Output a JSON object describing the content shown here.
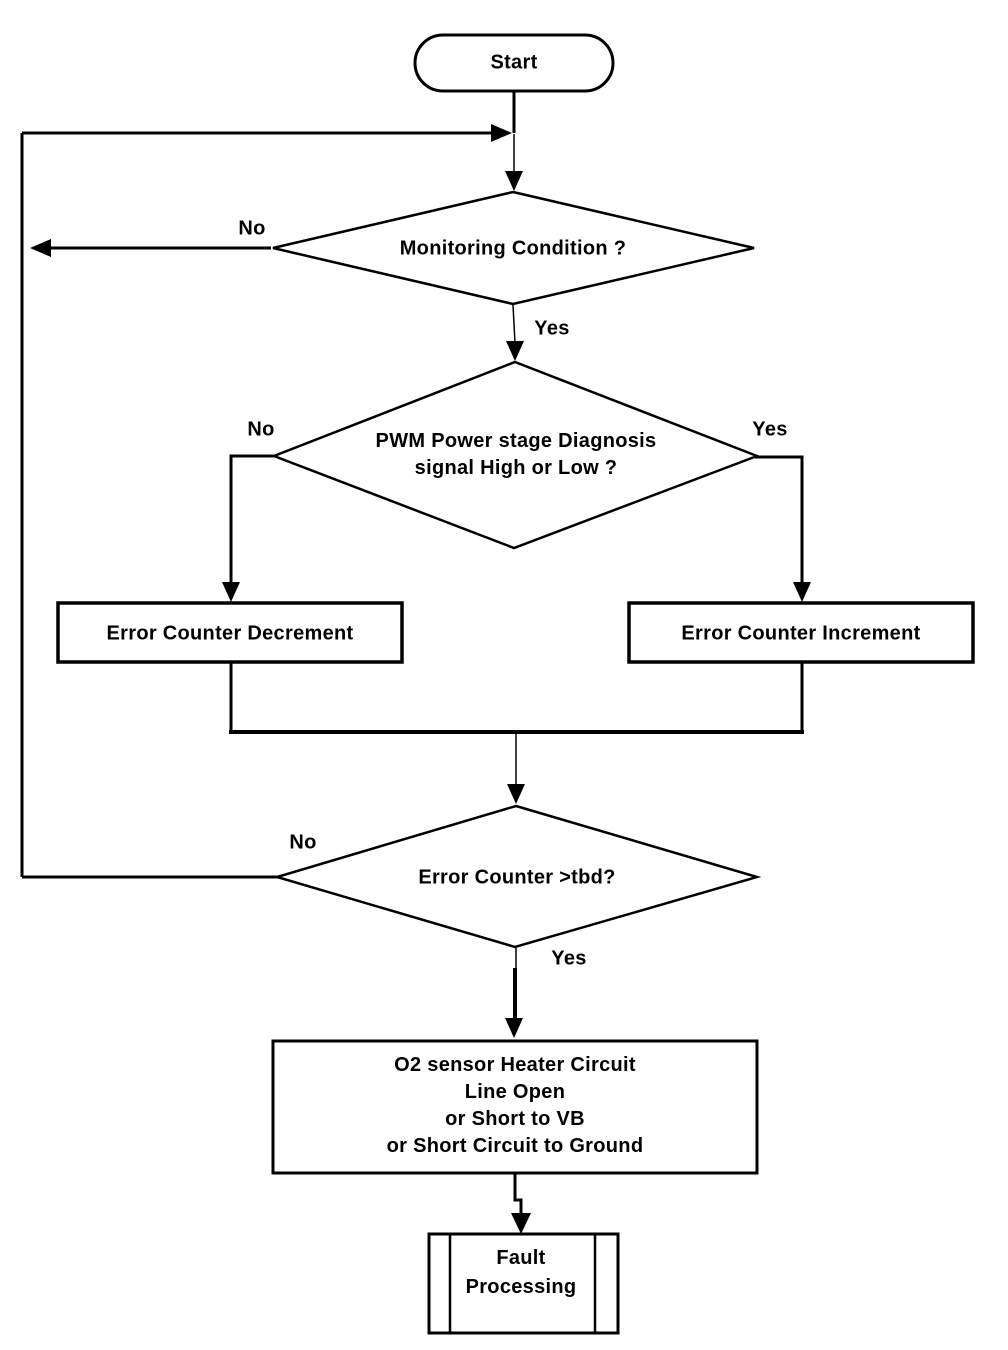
{
  "nodes": {
    "start": {
      "label": "Start"
    },
    "monitoring_decision": {
      "label": "Monitoring Condition ?"
    },
    "pwm_decision": {
      "lines": [
        "PWM Power stage Diagnosis",
        "signal High or Low ?"
      ]
    },
    "error_counter_decrement": {
      "label": "Error Counter Decrement"
    },
    "error_counter_increment": {
      "label": "Error Counter Increment"
    },
    "error_counter_decision": {
      "label": "Error Counter >tbd?"
    },
    "fault_description": {
      "lines": [
        "O2 sensor Heater Circuit",
        "Line Open",
        "or Short to VB",
        "or Short Circuit to Ground"
      ]
    },
    "fault_processing": {
      "lines": [
        "Fault",
        "Processing"
      ]
    }
  },
  "edge_labels": {
    "monitoring_no": "No",
    "monitoring_yes": "Yes",
    "pwm_no": "No",
    "pwm_yes": "Yes",
    "counter_no": "No",
    "counter_yes": "Yes"
  },
  "colors": {
    "ink": "#000000",
    "background": "#ffffff"
  }
}
